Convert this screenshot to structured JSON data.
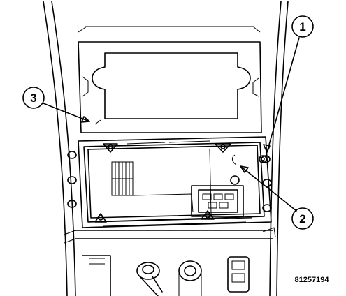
{
  "figure": {
    "id_label": "81257194",
    "callouts": [
      {
        "number": "1"
      },
      {
        "number": "2"
      },
      {
        "number": "3"
      }
    ]
  },
  "colors": {
    "line": "#000000",
    "background": "#ffffff"
  }
}
